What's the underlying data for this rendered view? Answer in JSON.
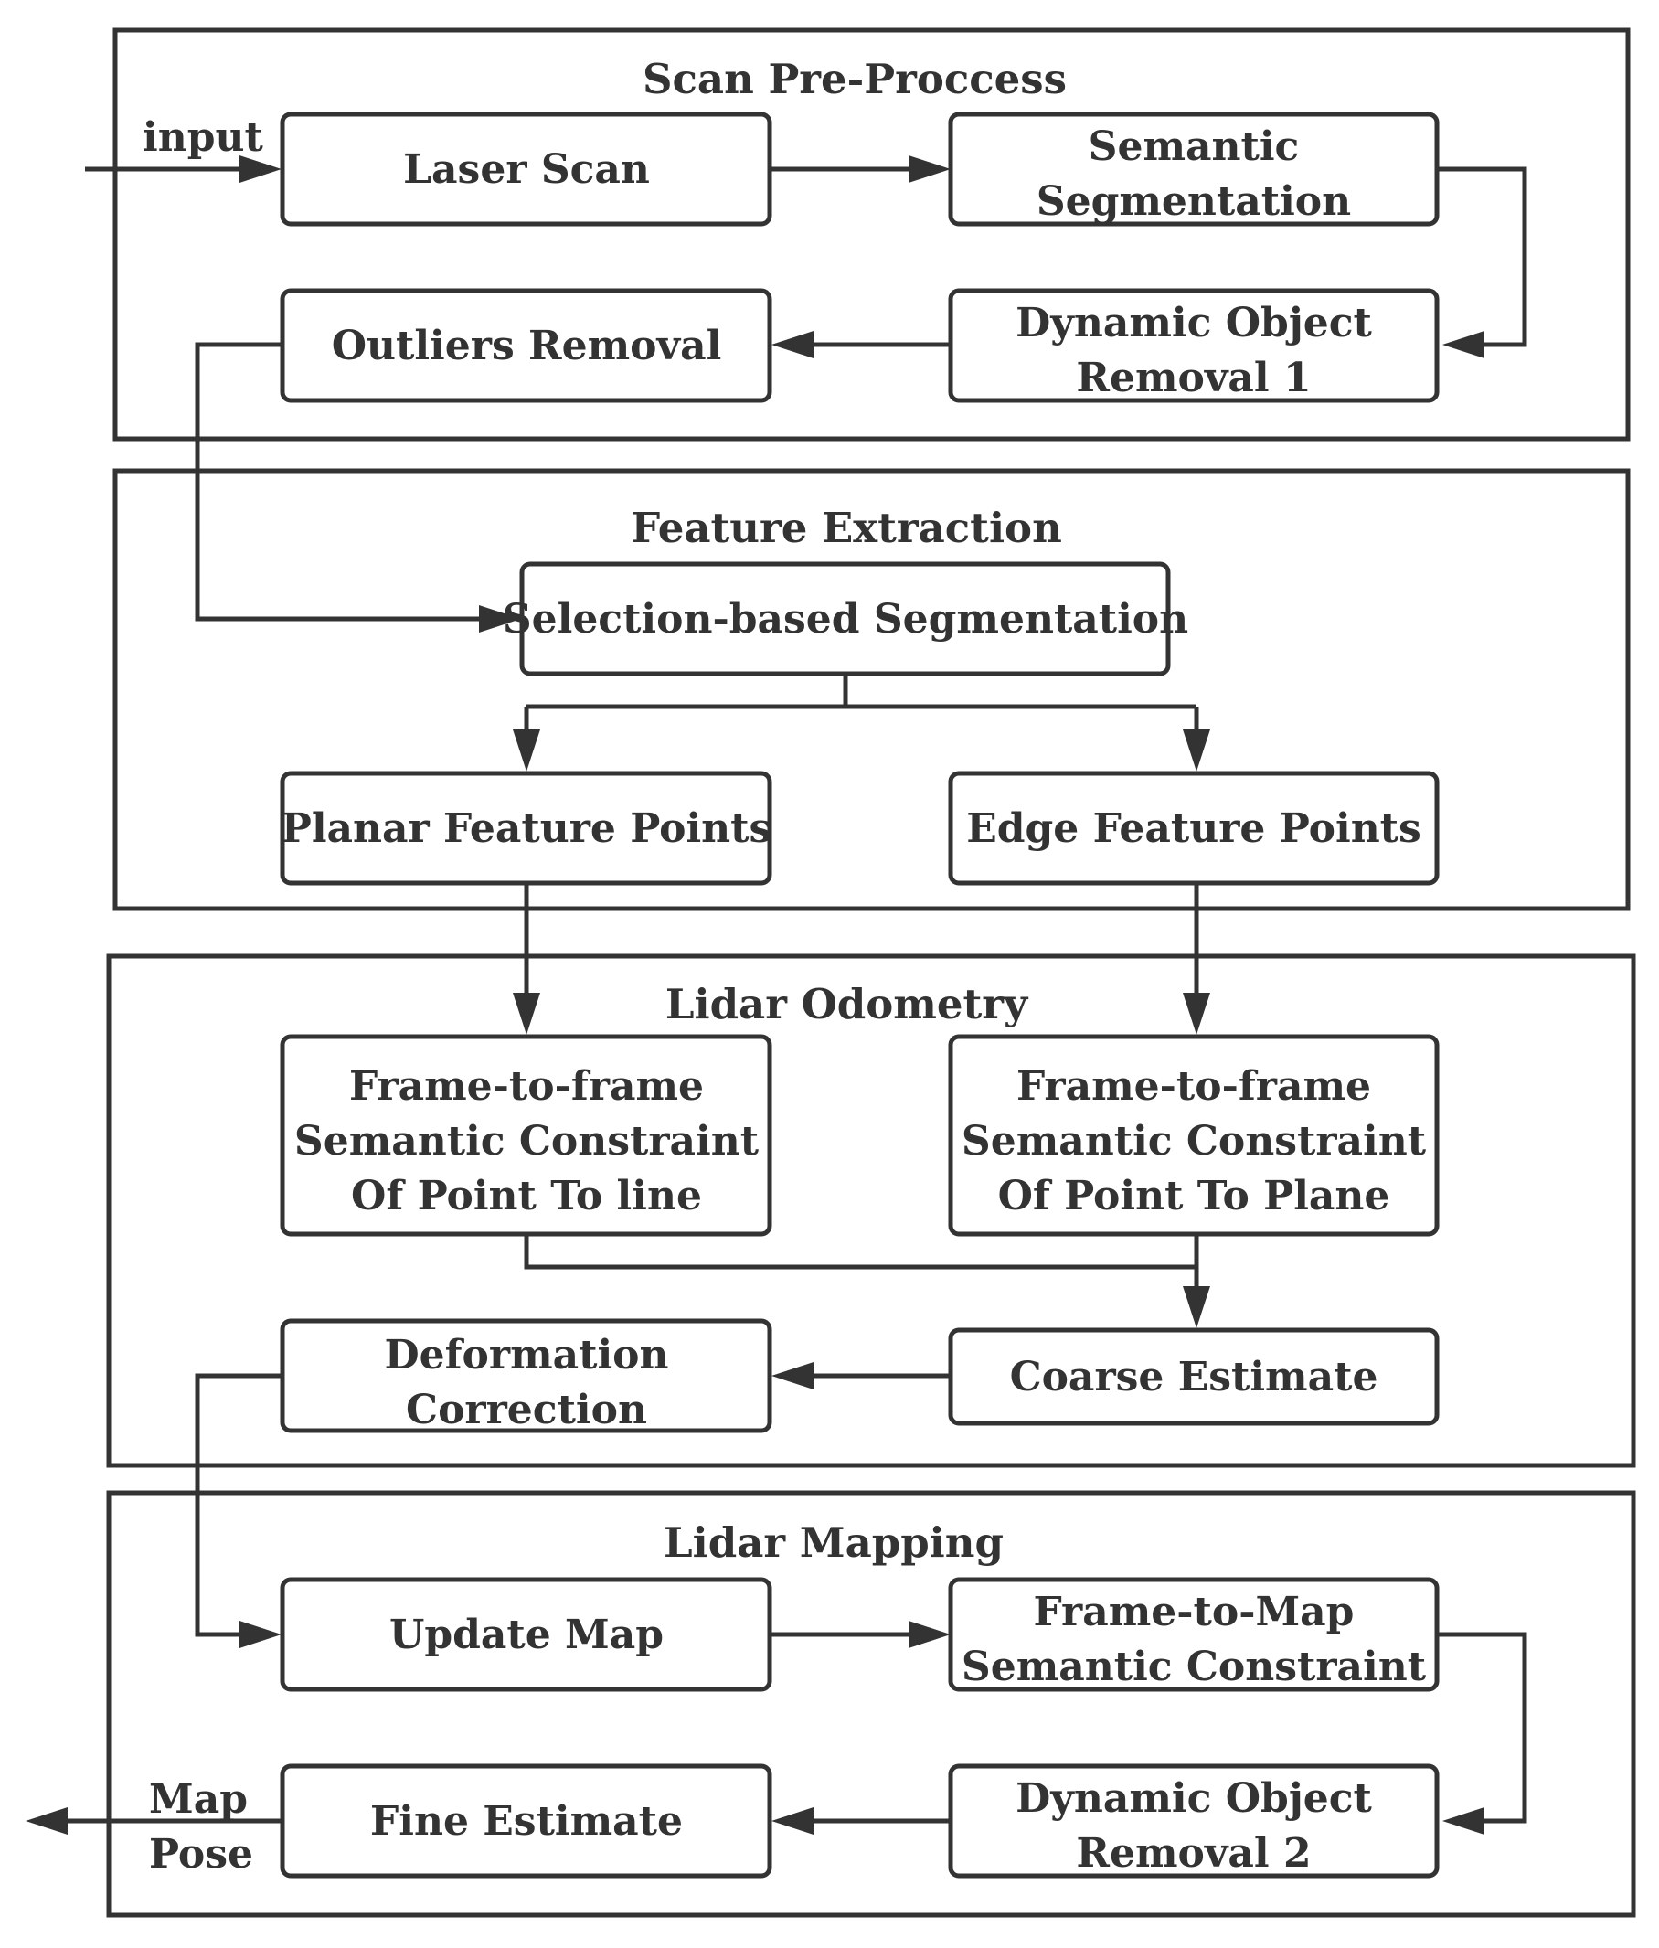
{
  "sections": {
    "preprocess": {
      "title": "Scan Pre-Proccess"
    },
    "feature": {
      "title": "Feature Extraction"
    },
    "odometry": {
      "title": "Lidar Odometry"
    },
    "mapping": {
      "title": "Lidar Mapping"
    }
  },
  "nodes": {
    "laser_scan": {
      "lines": [
        "Laser Scan"
      ]
    },
    "semantic_seg": {
      "lines": [
        "Semantic",
        "Segmentation"
      ]
    },
    "dyn_removal_1": {
      "lines": [
        "Dynamic Object",
        "Removal 1"
      ]
    },
    "outliers_removal": {
      "lines": [
        "Outliers Removal"
      ]
    },
    "selection_seg": {
      "lines": [
        "Selection-based Segmentation"
      ]
    },
    "planar_points": {
      "lines": [
        "Planar Feature Points"
      ]
    },
    "edge_points": {
      "lines": [
        "Edge Feature Points"
      ]
    },
    "f2f_line": {
      "lines": [
        "Frame-to-frame",
        "Semantic Constraint",
        "Of  Point To line"
      ]
    },
    "f2f_plane": {
      "lines": [
        "Frame-to-frame",
        "Semantic Constraint",
        "Of  Point To Plane"
      ]
    },
    "coarse_estimate": {
      "lines": [
        "Coarse Estimate"
      ]
    },
    "deformation": {
      "lines": [
        "Deformation",
        "Correction"
      ]
    },
    "update_map": {
      "lines": [
        "Update Map"
      ]
    },
    "f2m_constraint": {
      "lines": [
        "Frame-to-Map",
        "Semantic Constraint"
      ]
    },
    "dyn_removal_2": {
      "lines": [
        "Dynamic Object",
        "Removal 2"
      ]
    },
    "fine_estimate": {
      "lines": [
        "Fine Estimate"
      ]
    }
  },
  "io": {
    "input_label": "input",
    "output_label_1": "Map",
    "output_label_2": "Pose"
  }
}
